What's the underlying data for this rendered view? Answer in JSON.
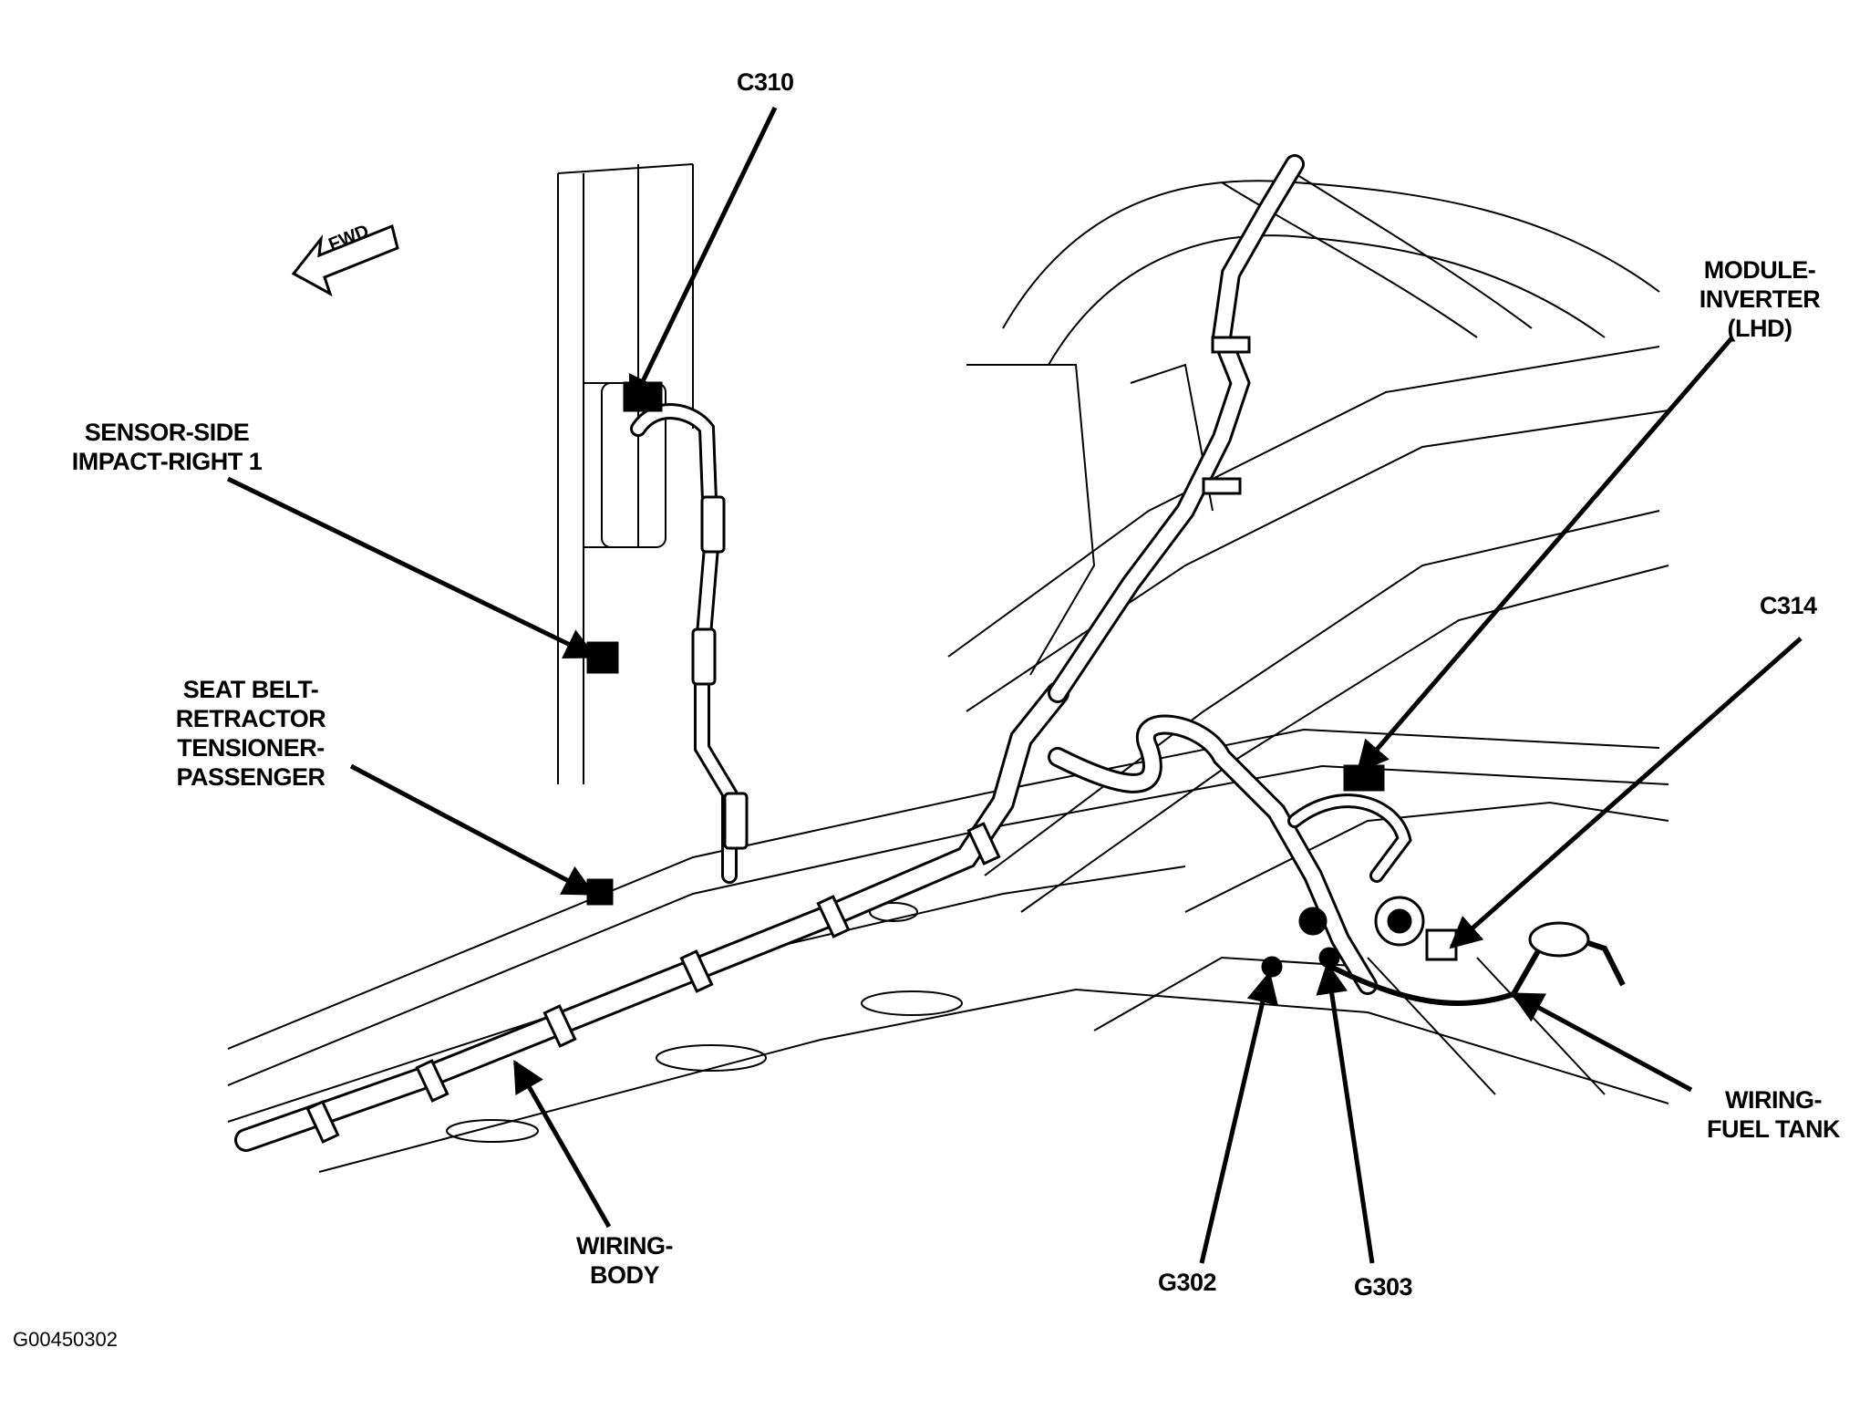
{
  "figure": {
    "id": "G00450302",
    "direction_indicator": "FWD"
  },
  "callouts": {
    "c310": [
      "C310"
    ],
    "sensor_side_impact": [
      "SENSOR-SIDE",
      "IMPACT-RIGHT 1"
    ],
    "seat_belt_retractor": [
      "SEAT BELT-",
      "RETRACTOR",
      "TENSIONER-",
      "PASSENGER"
    ],
    "wiring_body": [
      "WIRING-",
      "BODY"
    ],
    "module_inverter": [
      "MODULE-",
      "INVERTER",
      "(LHD)"
    ],
    "c314": [
      "C314"
    ],
    "wiring_fuel_tank": [
      "WIRING-",
      "FUEL TANK"
    ],
    "g302": [
      "G302"
    ],
    "g303": [
      "G303"
    ]
  },
  "colors": {
    "line": "#000000",
    "background": "#ffffff"
  }
}
